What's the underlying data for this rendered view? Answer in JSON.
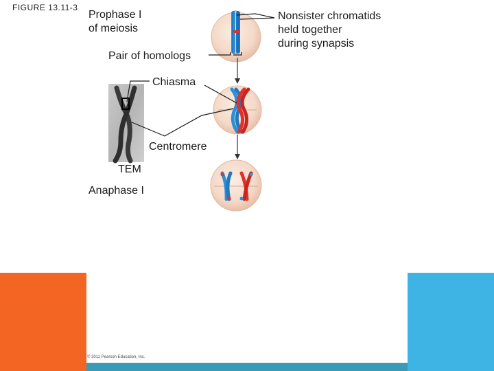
{
  "figure_label": "FIGURE 13.11-3",
  "labels": {
    "prophase": "Prophase I\nof meiosis",
    "nonsister": "Nonsister chromatids\nheld together\nduring synapsis",
    "pair": "Pair of homologs",
    "chiasma": "Chiasma",
    "centromere": "Centromere",
    "tem": "TEM",
    "anaphase": "Anaphase I"
  },
  "copyright": "© 2011 Pearson Education, Inc.",
  "colors": {
    "cell_fill": "#f4d9c8",
    "blue_chromosome": "#2a8fd8",
    "red_chromosome": "#e0312a",
    "corner_orange": "#f26522",
    "corner_teal": "#3a9bb8",
    "corner_sky": "#3db4e4"
  }
}
